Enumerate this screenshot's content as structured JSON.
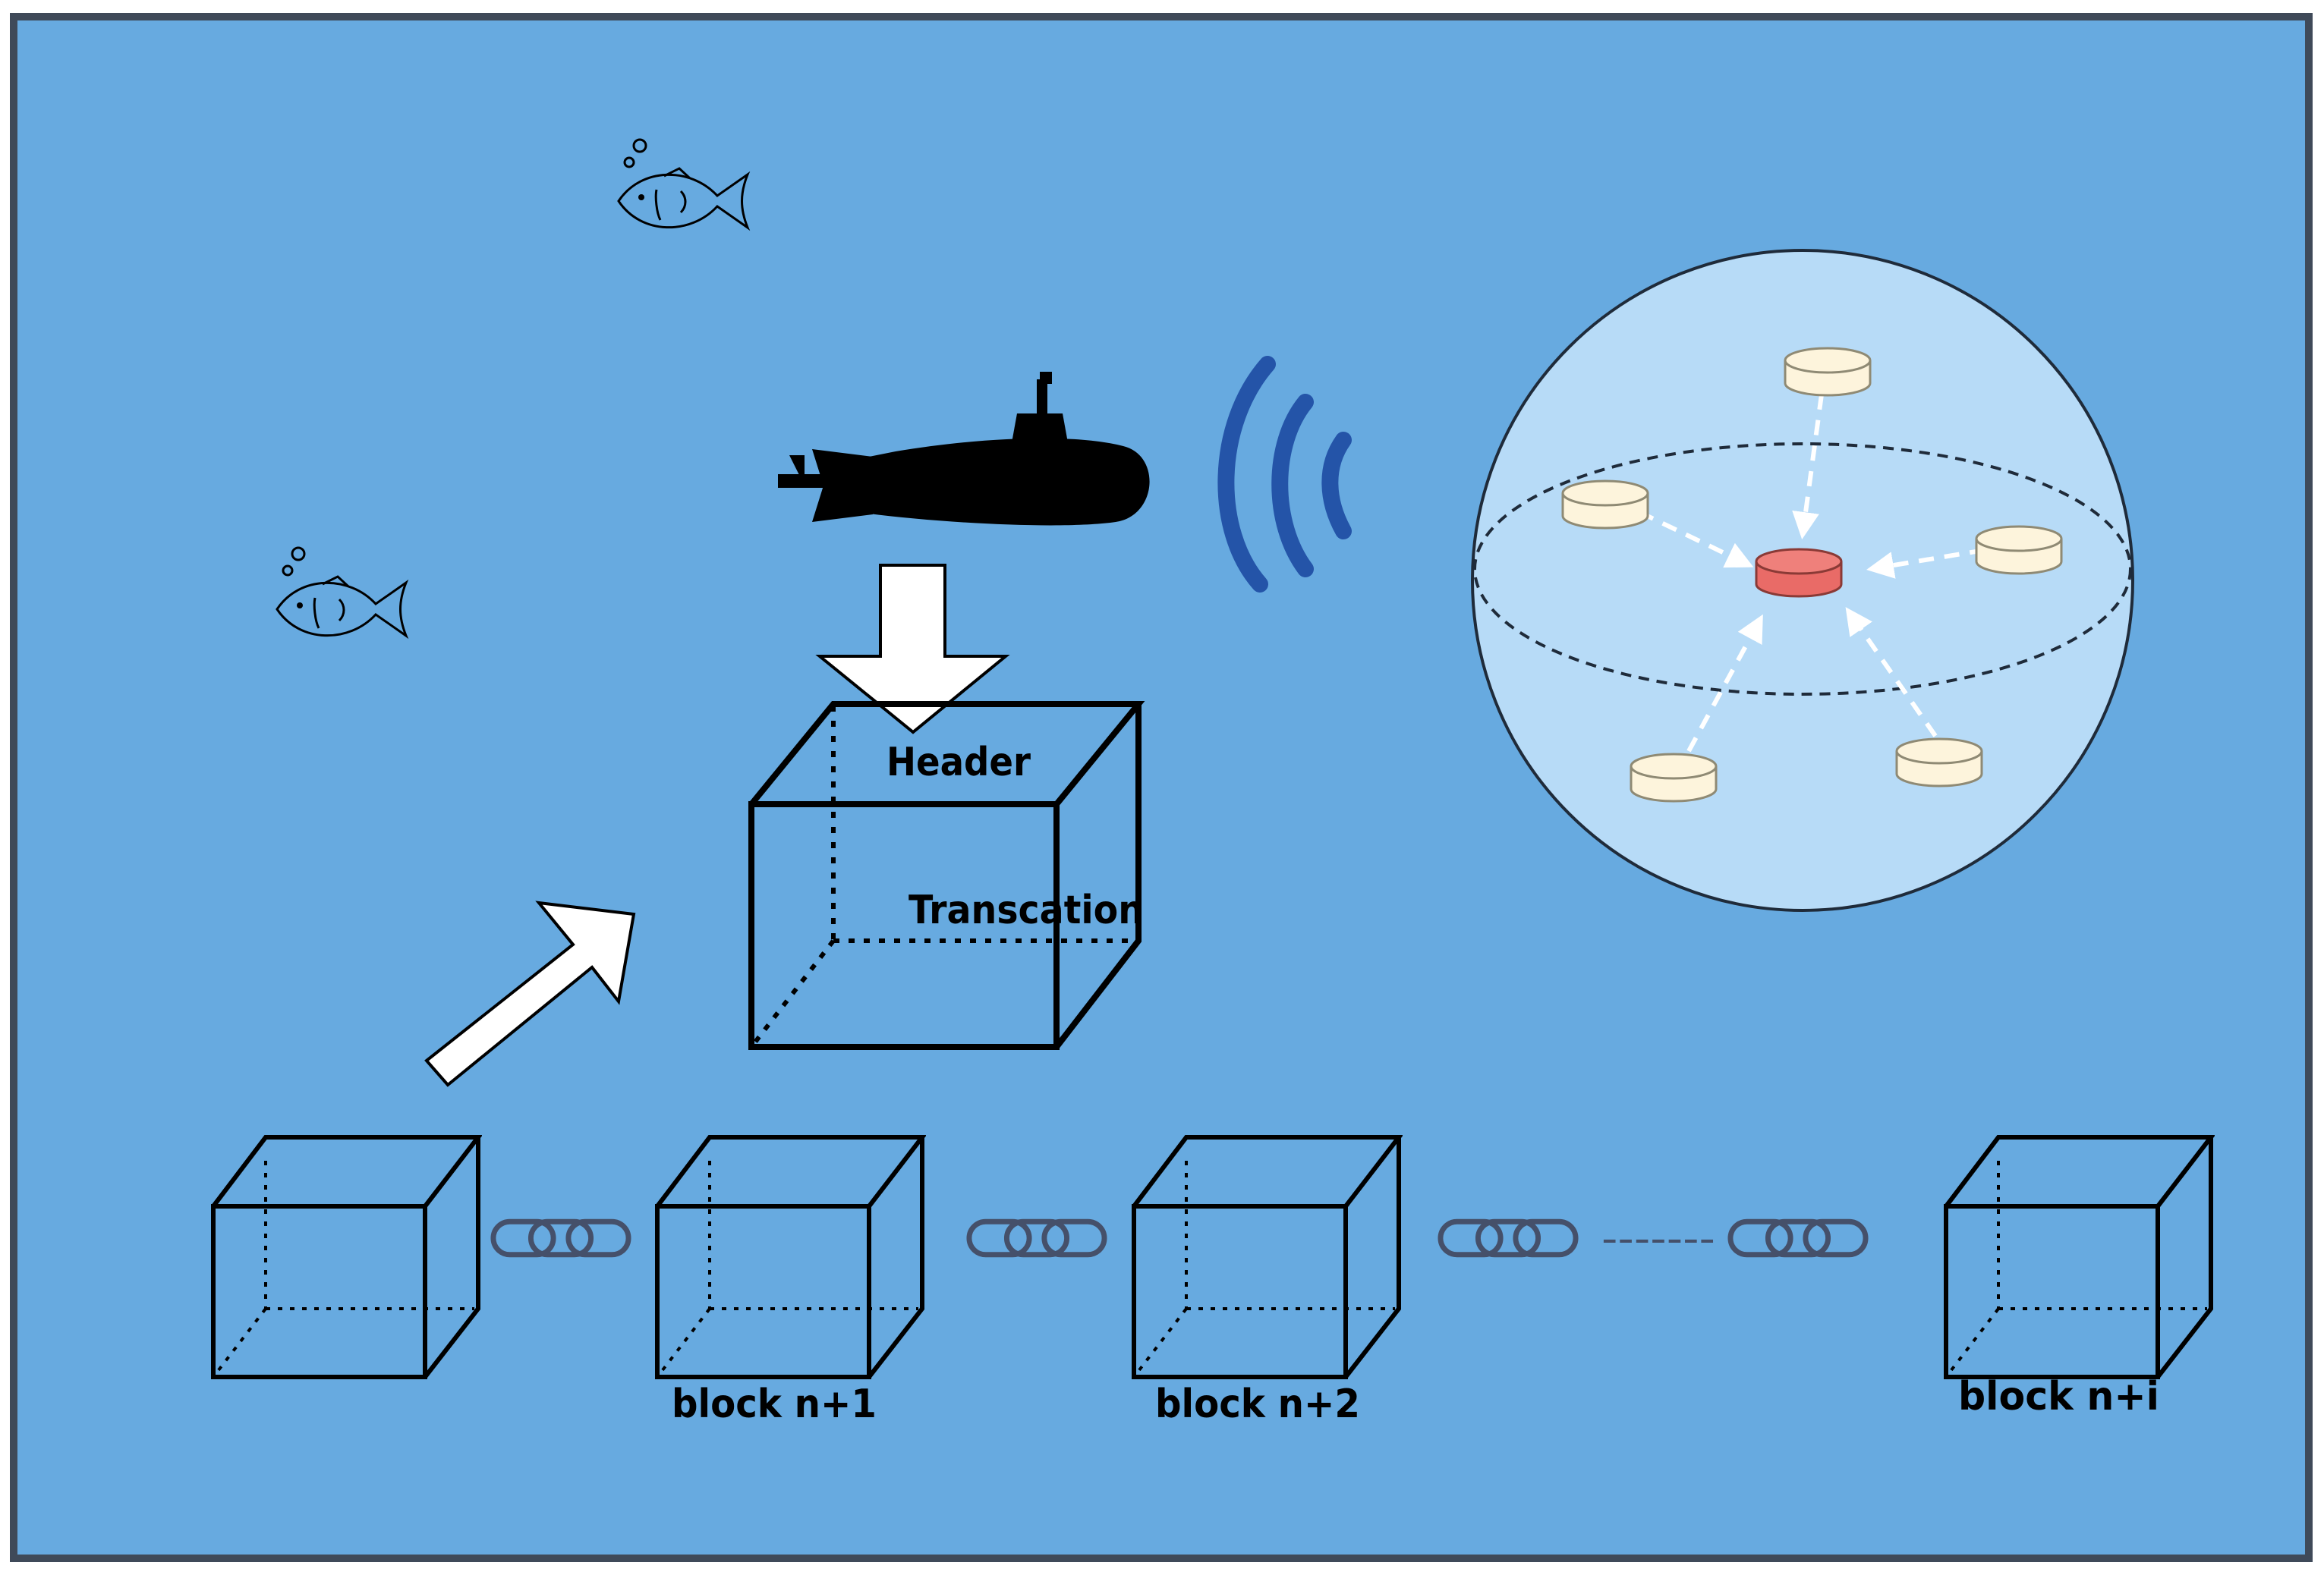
{
  "colors": {
    "ocean": "#67aae0",
    "frame": "#3f4a59",
    "sphere_fill": "#b7dbf7",
    "node_fill": "#fdf4dc",
    "node_edge": "#8f8a74",
    "center_node": "#e96b67",
    "signal": "#2454a8",
    "chain": "#45506a"
  },
  "icons": [
    "fish-icon",
    "submarine-icon",
    "signal-waves-icon",
    "link-chain-icon",
    "arrow-down-icon",
    "arrow-up-right-icon",
    "database-node-icon"
  ],
  "labels": {
    "header": "Header",
    "transaction": "Transcation",
    "block_n1": "block n+1",
    "block_n2": "block n+2",
    "block_ni": "block n+i",
    "chain_gap": "-------"
  }
}
